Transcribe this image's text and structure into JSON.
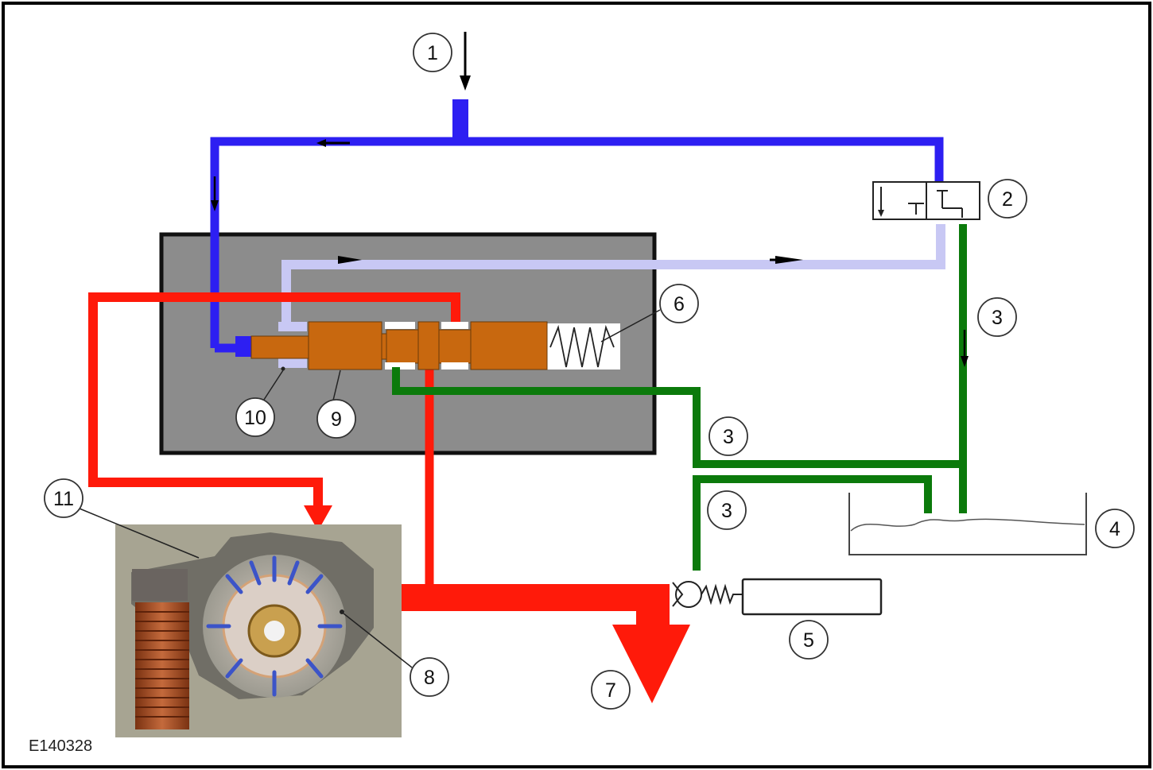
{
  "figure_id": "E140328",
  "callouts": {
    "c1": "1",
    "c2": "2",
    "c3a": "3",
    "c3b": "3",
    "c3c": "3",
    "c4": "4",
    "c5": "5",
    "c6": "6",
    "c7": "7",
    "c8": "8",
    "c9": "9",
    "c10": "10",
    "c11": "11"
  },
  "colors": {
    "frame": "#000000",
    "housing": "#8c8c8c",
    "supply_line": "#2d1ff2",
    "signal_line": "#c8c8f4",
    "return_line": "#0b7a0b",
    "pressure_line": "#ff1a0a",
    "spool": "#c8680f",
    "callout_circle": "#ffffff"
  }
}
